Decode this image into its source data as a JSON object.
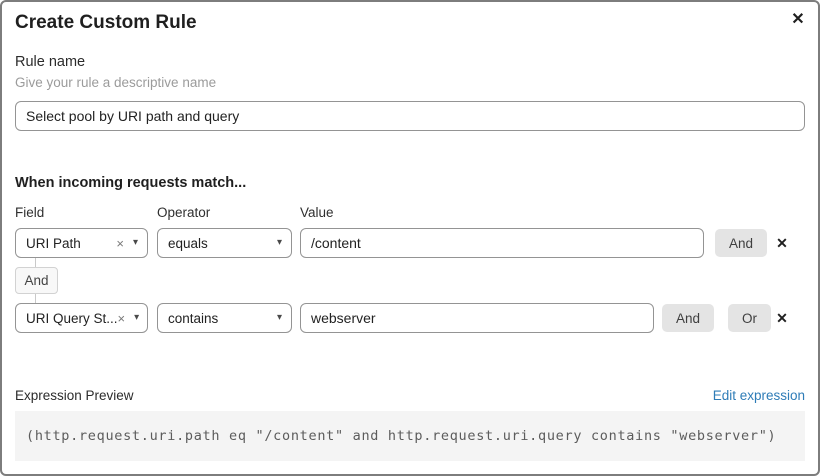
{
  "dialog": {
    "title": "Create Custom Rule"
  },
  "icons": {
    "close": "✕",
    "clear": "×",
    "caret": "▾",
    "delete": "✕"
  },
  "rule_name": {
    "label": "Rule name",
    "hint": "Give your rule a descriptive name",
    "value": "Select pool by URI path and query"
  },
  "match": {
    "heading": "When incoming requests match...",
    "columns": {
      "field": "Field",
      "operator": "Operator",
      "value": "Value"
    },
    "rows": [
      {
        "field": "URI Path",
        "operator": "equals",
        "value": "/content",
        "and_label": "And"
      },
      {
        "field": "URI Query St...",
        "operator": "contains",
        "value": "webserver",
        "and_label": "And",
        "or_label": "Or"
      }
    ],
    "connector_label": "And"
  },
  "expression": {
    "label": "Expression Preview",
    "edit_link": "Edit expression",
    "code": "(http.request.uri.path eq \"/content\" and http.request.uri.query contains \"webserver\")"
  },
  "colors": {
    "link": "#2e7cb7",
    "button_bg": "#e4e4e4",
    "code_bg": "#f4f4f4",
    "border": "#949494"
  }
}
